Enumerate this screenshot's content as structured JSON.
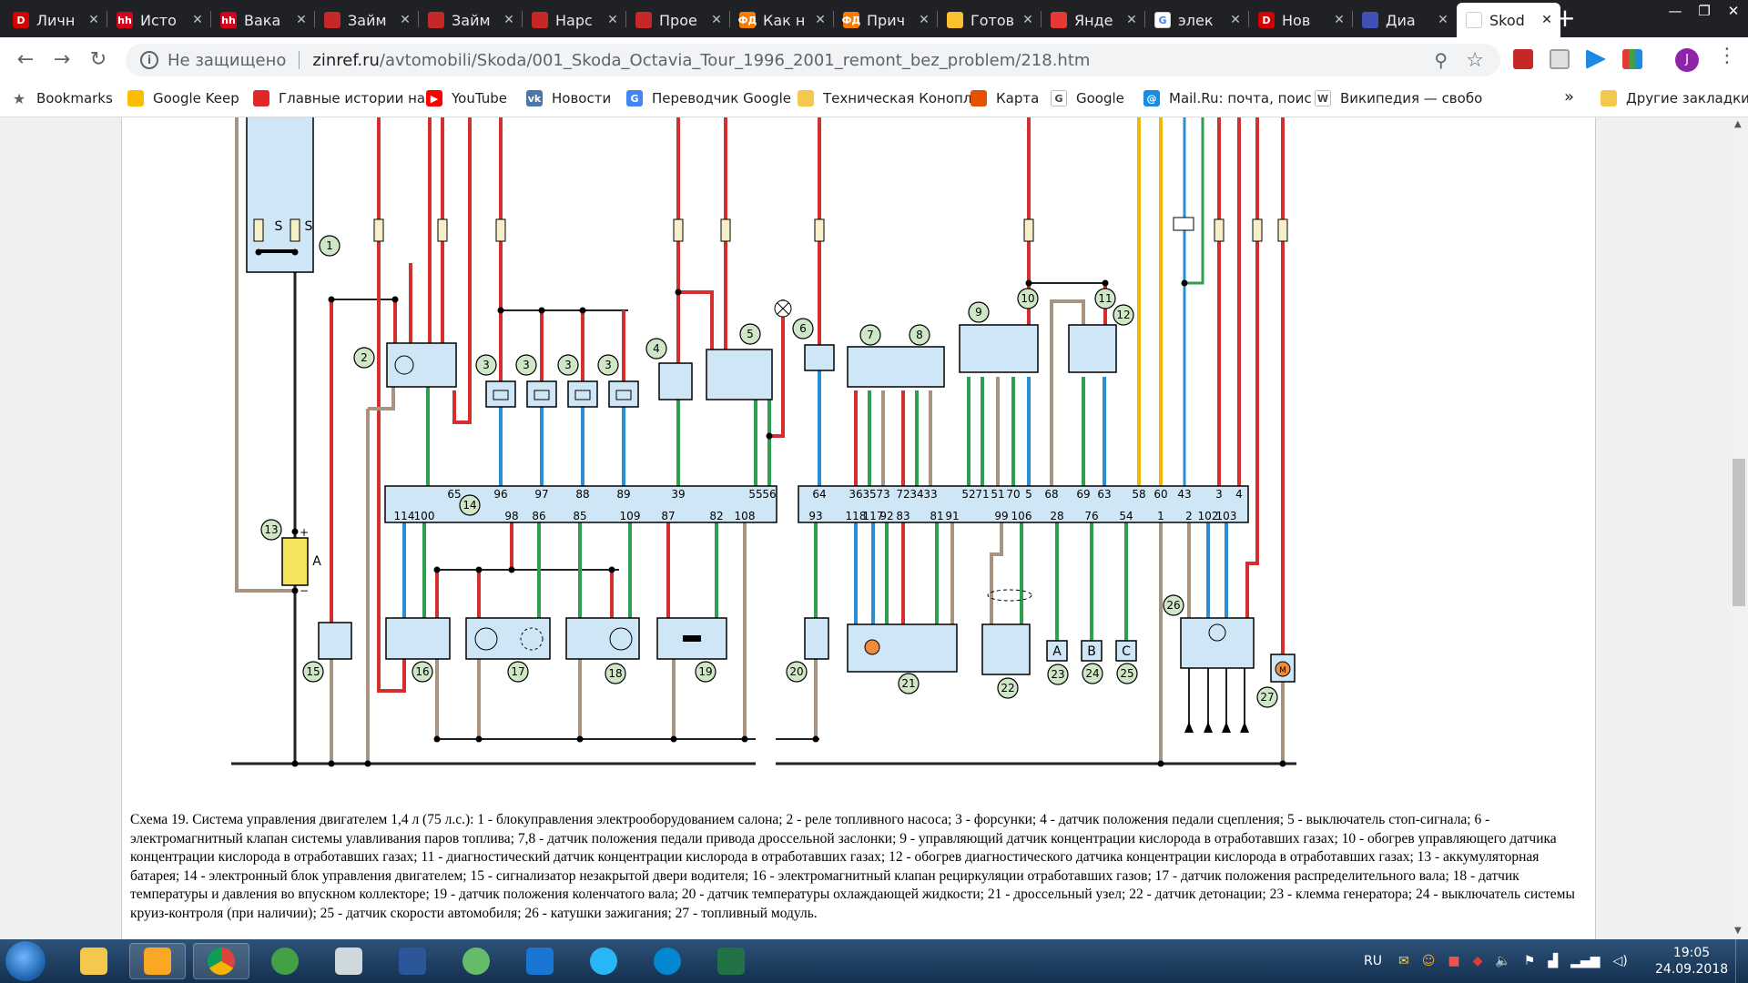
{
  "tabs": [
    {
      "label": "Личн",
      "icon": "d-logo-icon",
      "color": "#d50000",
      "glyph": "D"
    },
    {
      "label": "Исто",
      "icon": "hh-logo-icon",
      "color": "#d6001c",
      "glyph": "hh"
    },
    {
      "label": "Вака",
      "icon": "hh-logo-icon",
      "color": "#d6001c",
      "glyph": "hh"
    },
    {
      "label": "Займ",
      "icon": "flag-icon",
      "color": "#c62828",
      "glyph": ""
    },
    {
      "label": "Займ",
      "icon": "flag-icon",
      "color": "#c62828",
      "glyph": ""
    },
    {
      "label": "Нарс",
      "icon": "flag-icon",
      "color": "#c62828",
      "glyph": ""
    },
    {
      "label": "Прое",
      "icon": "flag-icon",
      "color": "#c62828",
      "glyph": ""
    },
    {
      "label": "Как н",
      "icon": "fd-logo-icon",
      "color": "#f57c00",
      "glyph": "ФД"
    },
    {
      "label": "Прич",
      "icon": "fd-logo-icon",
      "color": "#f57c00",
      "glyph": "ФД"
    },
    {
      "label": "Готов",
      "icon": "yellow-circle-icon",
      "color": "#fbc02d",
      "glyph": ""
    },
    {
      "label": "Янде",
      "icon": "map-pin-icon",
      "color": "#e53935",
      "glyph": ""
    },
    {
      "label": "элек",
      "icon": "google-icon",
      "color": "#ffffff",
      "glyph": "G"
    },
    {
      "label": "Нов",
      "icon": "d-logo-icon",
      "color": "#d50000",
      "glyph": "D"
    },
    {
      "label": "Диа",
      "icon": "chat-icon",
      "color": "#3f51b5",
      "glyph": ""
    },
    {
      "label": "Skod",
      "icon": "page-icon",
      "color": "#ffffff",
      "glyph": ""
    }
  ],
  "address": {
    "security": "Не защищено",
    "host": "zinref.ru",
    "path": "/avtomobili/Skoda/001_Skoda_Octavia_Tour_1996_2001_remont_bez_problem/218.htm"
  },
  "profile_initial": "J",
  "bookmarks": [
    {
      "label": "Bookmarks",
      "icon": "star-icon",
      "color": "#5f6368",
      "glyph": "★"
    },
    {
      "label": "Google Keep",
      "icon": "keep-icon",
      "color": "#fbbc04",
      "glyph": ""
    },
    {
      "label": "Главные истории на",
      "icon": "flipboard-icon",
      "color": "#e12828",
      "glyph": ""
    },
    {
      "label": "YouTube",
      "icon": "youtube-icon",
      "color": "#ff0000",
      "glyph": "▶"
    },
    {
      "label": "Новости",
      "icon": "vk-icon",
      "color": "#4a76a8",
      "glyph": "vk"
    },
    {
      "label": "Переводчик Google",
      "icon": "translate-icon",
      "color": "#4285f4",
      "glyph": "G"
    },
    {
      "label": "Техническая Конопля",
      "icon": "folder-icon",
      "color": "#f2c94c",
      "glyph": ""
    },
    {
      "label": "Карта",
      "icon": "map-icon",
      "color": "#e65100",
      "glyph": ""
    },
    {
      "label": "Google",
      "icon": "google-icon",
      "color": "#ffffff",
      "glyph": "G"
    },
    {
      "label": "Mail.Ru: почта, поис",
      "icon": "mailru-icon",
      "color": "#168de2",
      "glyph": "@"
    },
    {
      "label": "Википедия — свобо",
      "icon": "wikipedia-icon",
      "color": "#ffffff",
      "glyph": "W"
    }
  ],
  "bookmarks_more": "»",
  "other_bookmarks": "Другие закладки",
  "diagram": {
    "block14_top": [
      "65",
      "96",
      "97",
      "88",
      "89",
      "39",
      "55",
      "56"
    ],
    "block14_bottom": [
      "114",
      "100",
      "98",
      "86",
      "85",
      "109",
      "87",
      "82",
      "108"
    ],
    "block14b_top": [
      "64",
      "36",
      "35",
      "73",
      "72",
      "34",
      "33",
      "52",
      "71",
      "51",
      "70",
      "5",
      "68",
      "69",
      "63",
      "58",
      "60",
      "43",
      "3",
      "4"
    ],
    "block14b_bottom": [
      "93",
      "118",
      "117",
      "92",
      "83",
      "81",
      "91",
      "99",
      "106",
      "28",
      "76",
      "54",
      "1",
      "2",
      "102",
      "103"
    ],
    "callouts": [
      "1",
      "2",
      "3",
      "3",
      "3",
      "3",
      "4",
      "5",
      "6",
      "7",
      "8",
      "9",
      "10",
      "11",
      "12",
      "13",
      "14",
      "15",
      "16",
      "17",
      "18",
      "19",
      "20",
      "21",
      "22",
      "23",
      "24",
      "25",
      "26",
      "27"
    ],
    "fuse_labels": [
      "S",
      "S"
    ],
    "battery_label": "A",
    "terminals": [
      "A",
      "B",
      "C"
    ],
    "battery_plus": "+",
    "battery_minus": "−",
    "motor_label": "M"
  },
  "caption": "Схема 19. Система управления двигателем 1,4 л (75 л.с.): 1 - блокуправления электрооборудованием салона; 2 - реле топливного насоса; 3 - форсунки; 4 - датчик положения педали сцепления; 5 - выключатель стоп-сигнала; 6 - электромагнитный клапан системы улавливания паров топлива; 7,8 - датчик положения педали привода дроссельной заслонки; 9 - управляющий датчик концентрации кислорода в отработавших газах; 10 - обогрев управляющего датчика концентрации кислорода в отработавших газах; 11 - диагностический датчик концентрации кислорода в отработавших газах; 12 - обогрев диагностического датчика концентрации кислорода в отработавших газах; 13 - аккумуляторная батарея; 14 - электронный блок управления двигателем; 15 - сигнализатор незакрытой двери водителя; 16 - электромагнитный клапан рециркуляции отработавших газов; 17 - датчик положения распределительного вала; 18 - датчик температуры и давления во впускном коллекторе; 19 - датчик положения коленчатого вала; 20 - датчик температуры охлаждающей жидкости; 21 - дроссельный узел; 22 - датчик детонации; 23 - клемма генератора; 24 - выключатель системы круиз-контроля (при наличии); 25 - датчик скорости автомобиля; 26 - катушки зажигания; 27 - топливный модуль.",
  "taskbar": {
    "apps": [
      {
        "name": "explorer",
        "icon": "folder-icon",
        "color": "#f2c94c",
        "running": false
      },
      {
        "name": "outlook",
        "icon": "outlook-icon",
        "color": "#f9a825",
        "running": true
      },
      {
        "name": "chrome",
        "icon": "chrome-icon",
        "color": "#4caf50",
        "running": true
      },
      {
        "name": "utorrent",
        "icon": "utorrent-icon",
        "color": "#43a047",
        "running": false
      },
      {
        "name": "alien",
        "icon": "alien-icon",
        "color": "#cfd8dc",
        "running": false
      },
      {
        "name": "word",
        "icon": "word-icon",
        "color": "#2b579a",
        "running": false
      },
      {
        "name": "globe",
        "icon": "globe-icon",
        "color": "#66bb6a",
        "running": false
      },
      {
        "name": "contacts",
        "icon": "contacts-icon",
        "color": "#1976d2",
        "running": false
      },
      {
        "name": "itunes",
        "icon": "itunes-icon",
        "color": "#29b6f6",
        "running": false
      },
      {
        "name": "itunes2",
        "icon": "itunes-icon",
        "color": "#0288d1",
        "running": false
      },
      {
        "name": "excel",
        "icon": "excel-icon",
        "color": "#217346",
        "running": false
      }
    ],
    "lang": "RU",
    "time": "19:05",
    "date": "24.09.2018"
  }
}
